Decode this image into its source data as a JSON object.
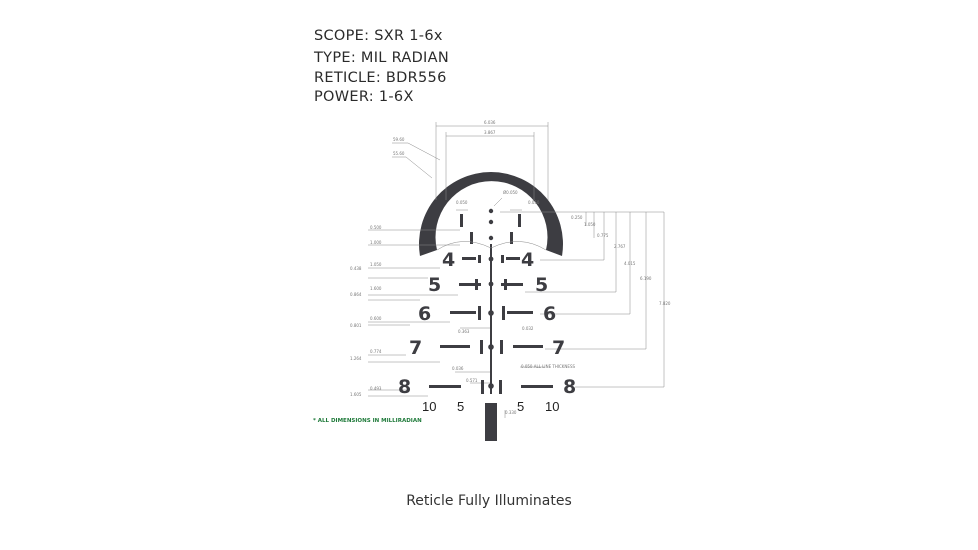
{
  "specs": [
    "SCOPE: SXR 1-6x",
    "TYPE: MIL RADIAN",
    "RETICLE: BDR556",
    "POWER: 1-6X"
  ],
  "footnote": "* ALL DIMENSIONS IN MILLIRADIAN",
  "caption": "Reticle Fully Illuminates",
  "colors": {
    "reticle": "#3d3d42",
    "dim_line": "#888888",
    "text": "#2b2b2b",
    "note": "#1f7a3a"
  },
  "reticle": {
    "numbers": {
      "r4": "4",
      "r5": "5",
      "r6": "6",
      "r7": "7",
      "r8": "8"
    },
    "bottom_scale": {
      "l10": "10",
      "l5": "5",
      "r5": "5",
      "r10": "10"
    },
    "dim_labels": {
      "top1": "6.036",
      "top2": "3.867",
      "ring_od": "59.60",
      "ring_id": "55.60",
      "dot": "Ø0.050",
      "w1": "0.050",
      "w2": "0.050",
      "rr1": "0.250",
      "rr2": "1.050",
      "rr3": "0.775",
      "rr4": "2.767",
      "rr5": "4.015",
      "rr6": "6.190",
      "rr7": "7.820",
      "l1": "0.500",
      "l2": "1.000",
      "l3": "1.050",
      "l4": "0.438",
      "l5": "1.600",
      "l6": "0.864",
      "l7": "0.600",
      "l8": "0.801",
      "l9": "0.774",
      "l10": "1.264",
      "l11": "0.493",
      "l12": "1.605",
      "c1": "0.363",
      "c2": "0.032",
      "c3": "0.036",
      "c4": "0.050 ALL LINE THICKNESS",
      "c5": "0.571",
      "c6": "0.330"
    }
  }
}
